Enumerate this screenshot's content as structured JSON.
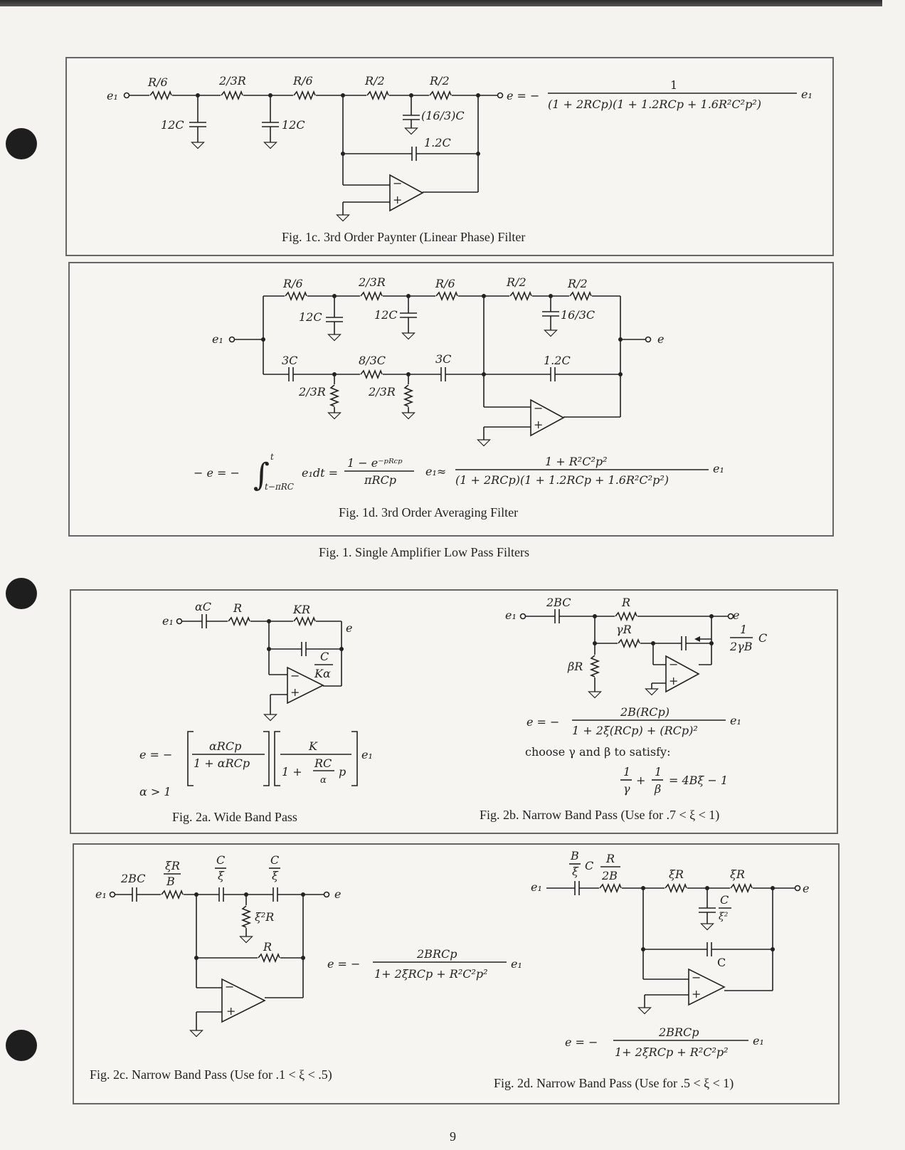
{
  "captions": {
    "fig1c": "Fig. 1c.  3rd Order Paynter (Linear Phase) Filter",
    "fig1d": "Fig. 1d.  3rd Order Averaging Filter",
    "fig1": "Fig. 1.  Single Amplifier Low Pass Filters",
    "fig2a": "Fig. 2a.  Wide Band Pass",
    "fig2b": "Fig. 2b.  Narrow Band Pass (Use for .7 < ξ < 1)",
    "fig2c": "Fig. 2c.  Narrow Band Pass (Use for .1 < ξ < .5)",
    "fig2d": "Fig. 2d.  Narrow Band Pass (Use for .5 < ξ < 1)"
  },
  "page_number": "9",
  "fig1c": {
    "input": "e₁",
    "r1": "R/6",
    "r2": "2/3R",
    "r3": "R/6",
    "r4": "R/2",
    "r5": "R/2",
    "c1": "12C",
    "c2": "12C",
    "c3": "(16/3)C",
    "c4": "1.2C",
    "eq_lhs": "e = −",
    "eq_num": "1",
    "eq_den": "(1 + 2RCp)(1 + 1.2RCp + 1.6R²C²p²)",
    "eq_tail": "e₁"
  },
  "fig1d": {
    "input": "e₁",
    "output": "e",
    "r1": "R/6",
    "r2": "2/3R",
    "r3": "R/6",
    "r4": "R/2",
    "r5": "R/2",
    "c1": "12C",
    "c2": "12C",
    "c3": "16/3C",
    "c4": "3C",
    "c5": "8/3C",
    "c6": "3C",
    "c7": "1.2C",
    "r6": "2/3R",
    "r7": "2/3R",
    "eq_lhs": "− e = −",
    "int_upper": "t",
    "int_lower": "t−πRC",
    "eq_mid": "e₁dt =",
    "frac1_num": "1 − e⁻ᵖᴿᶜᵖ",
    "frac1_den": "πRCp",
    "approx": "e₁≈",
    "frac2_num": "1 + R²C²p²",
    "frac2_den": "(1 + 2RCp)(1 + 1.2RCp + 1.6R²C²p²)",
    "eq_tail": "e₁"
  },
  "fig2a": {
    "input": "e₁",
    "output": "e",
    "c1": "αC",
    "r1": "R",
    "r2": "KR",
    "c2_num": "C",
    "c2_den": "Kα",
    "eq_lhs": "e = −",
    "f1_num": "αRCp",
    "f1_den": "1 + αRCp",
    "f2_num": "K",
    "f2_den_a": "1 +",
    "f2_den_num": "RC",
    "f2_den_den": "α",
    "f2_den_p": "p",
    "eq_tail": "e₁",
    "cond": "α > 1"
  },
  "fig2b": {
    "input": "e₁",
    "output": "e",
    "c1": "2BC",
    "r1": "R",
    "r2": "γR",
    "r3": "βR",
    "c2_num": "1",
    "c2_den": "2γB",
    "c2_c": "C",
    "eq_lhs": "e = −",
    "eq_num": "2B(RCp)",
    "eq_den": "1 + 2ξ(RCp) + (RCp)²",
    "eq_tail": "e₁",
    "choose": "choose γ and β to satisfy:",
    "cond_n1": "1",
    "cond_d1": "γ",
    "cond_plus": "+",
    "cond_n2": "1",
    "cond_d2": "β",
    "cond_rhs": "= 4Bξ − 1"
  },
  "fig2c": {
    "input": "e₁",
    "output": "e",
    "c1": "2BC",
    "r1_num": "ξR",
    "r1_den": "B",
    "c2_num": "C",
    "c2_den": "ξ",
    "c3_num": "C",
    "c3_den": "ξ",
    "r2": "ξ²R",
    "r3": "R",
    "eq_lhs": "e = −",
    "eq_num": "2BRCp",
    "eq_den": "1+ 2ξRCp + R²C²p²",
    "eq_tail": "e₁"
  },
  "fig2d": {
    "input": "e₁",
    "output": "e",
    "c1_num": "B",
    "c1_den": "ξ",
    "c1_c": "C",
    "r1_num": "R",
    "r1_den": "2B",
    "r2": "ξR",
    "r3": "ξR",
    "c2_num": "C",
    "c2_den": "ξ²",
    "c3": "C",
    "eq_lhs": "e = −",
    "eq_num": "2BRCp",
    "eq_den": "1+ 2ξRCp + R²C²p²",
    "eq_tail": "e₁"
  }
}
